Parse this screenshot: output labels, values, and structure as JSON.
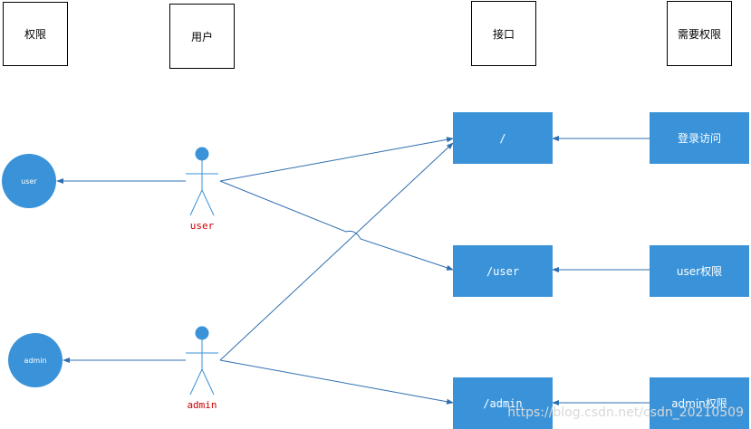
{
  "headers": {
    "permission": "权限",
    "user": "用户",
    "endpoint": "接口",
    "required_permission": "需要权限"
  },
  "roles": [
    {
      "id": "user",
      "label": "user"
    },
    {
      "id": "admin",
      "label": "admin"
    }
  ],
  "actors": [
    {
      "id": "user",
      "label": "user"
    },
    {
      "id": "admin",
      "label": "admin"
    }
  ],
  "endpoints": [
    {
      "id": "root",
      "path": "/"
    },
    {
      "id": "user",
      "path": "/user"
    },
    {
      "id": "admin",
      "path": "/admin"
    }
  ],
  "requirements": [
    {
      "id": "login",
      "label": "登录访问"
    },
    {
      "id": "user",
      "label": "user权限"
    },
    {
      "id": "admin",
      "label": "admin权限"
    }
  ],
  "watermark": "https://blog.csdn.net/csdn_20210509",
  "colors": {
    "accent": "#3a93d9",
    "actor_label": "#cc0000",
    "line": "#2f6fb0"
  }
}
